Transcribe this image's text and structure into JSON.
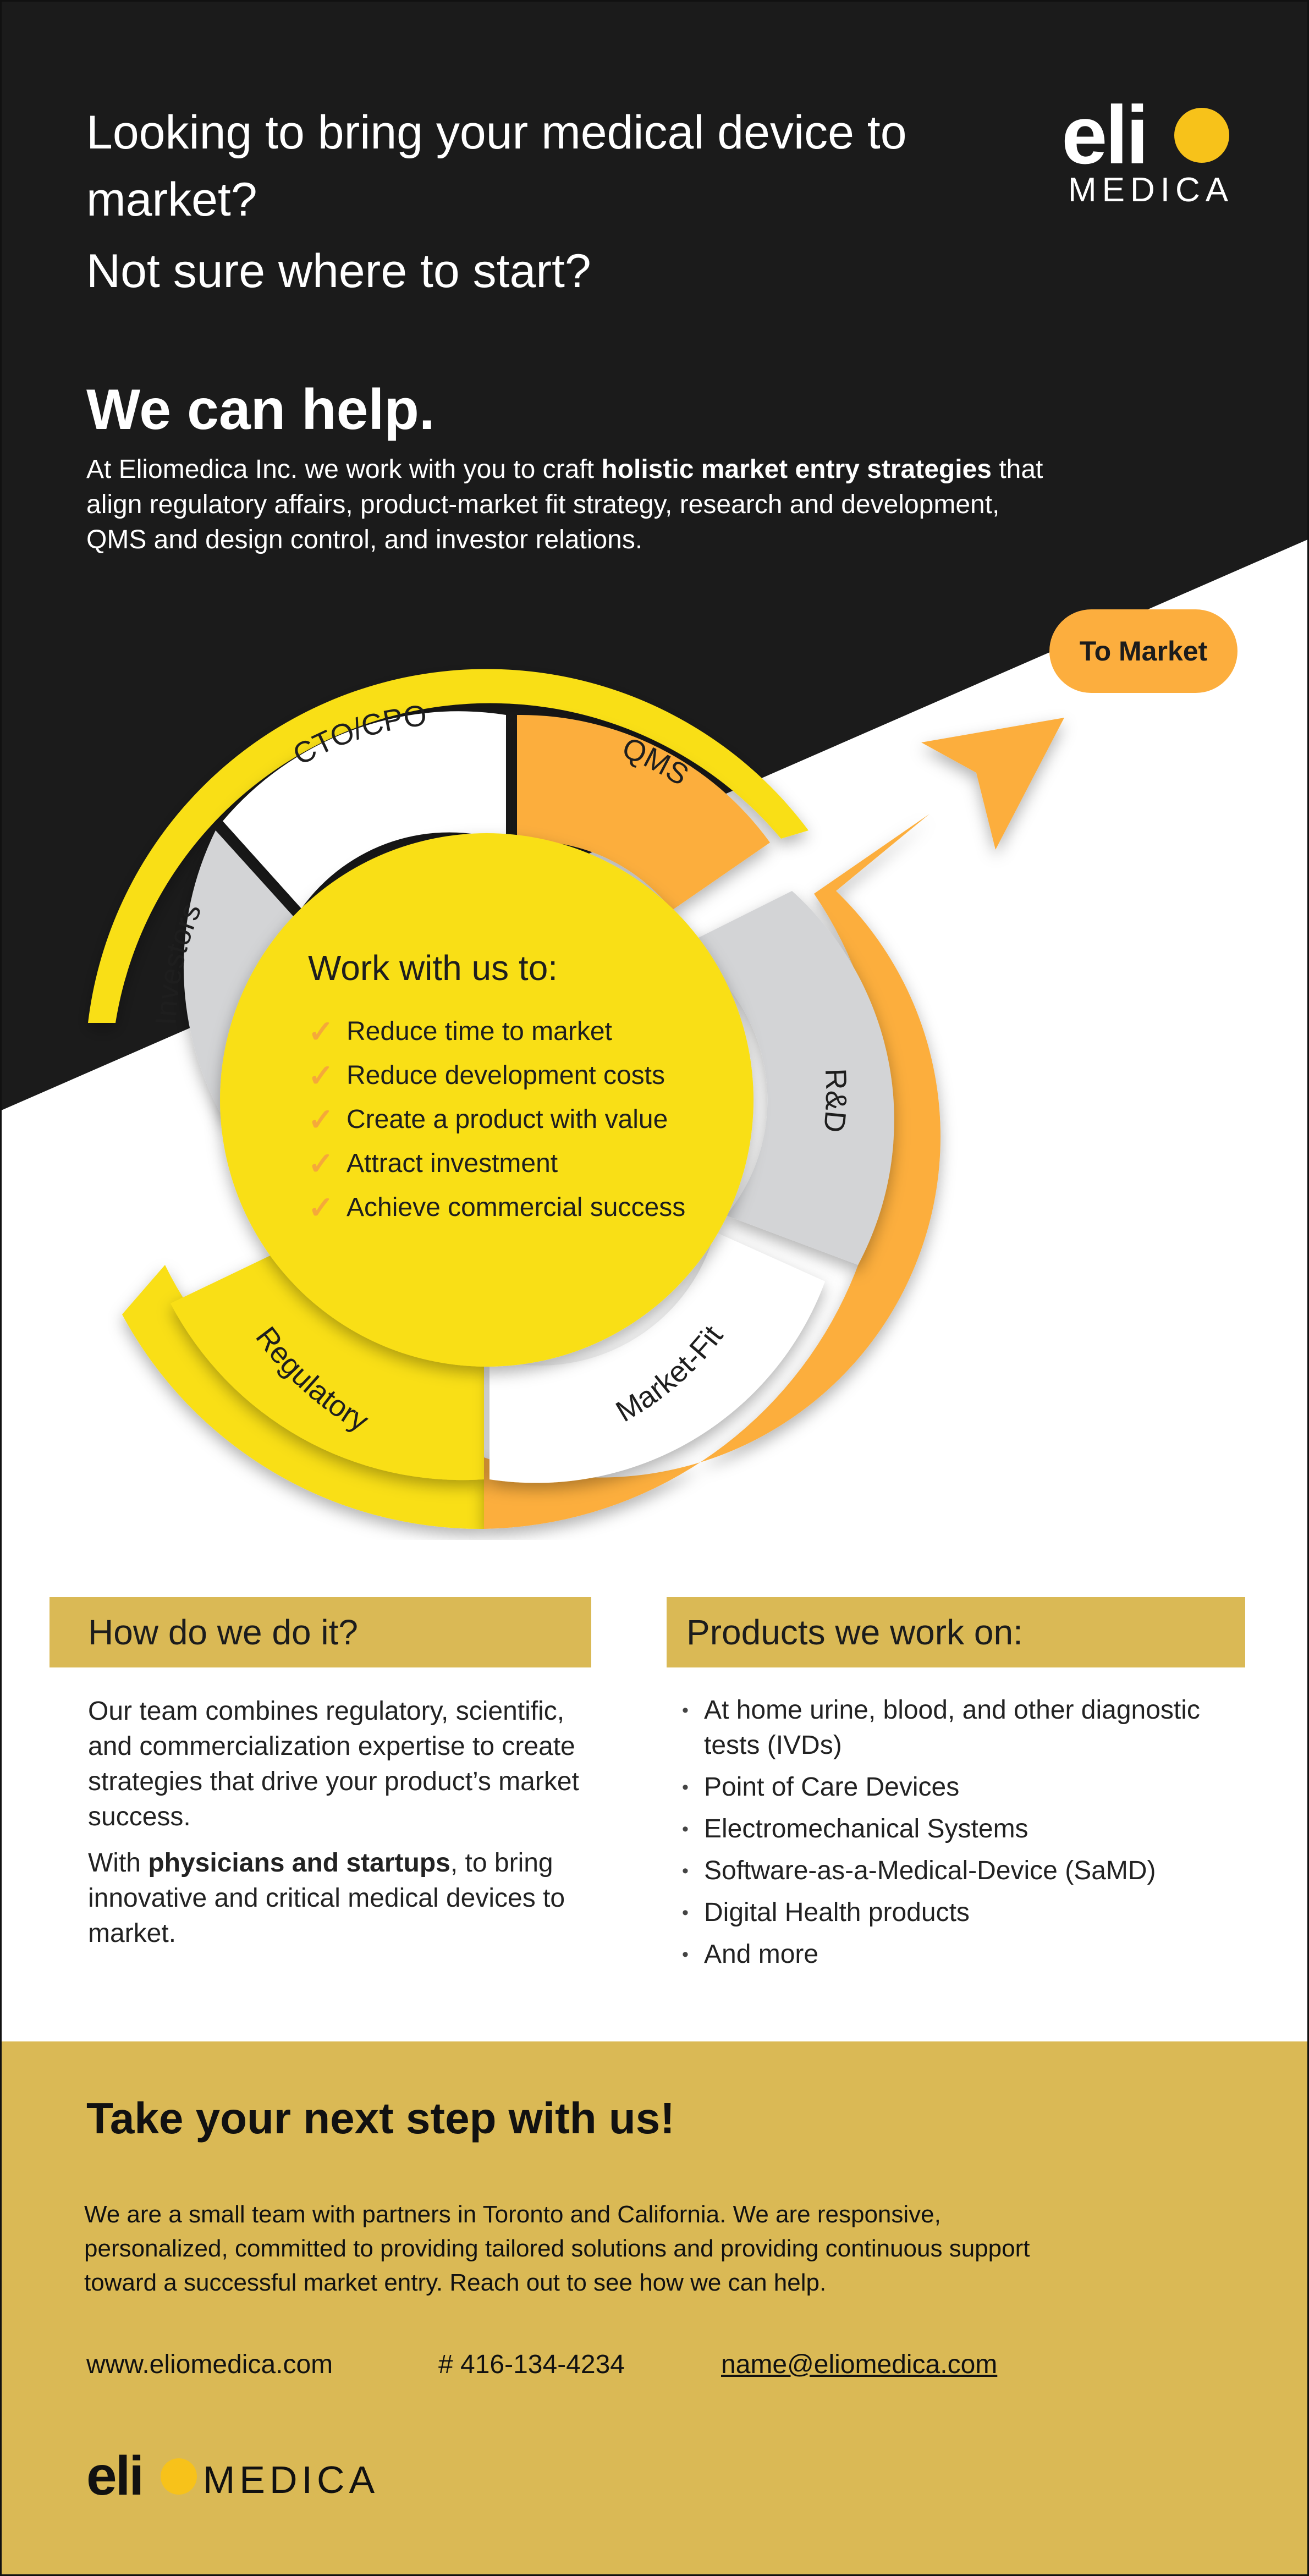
{
  "brand": {
    "logo_word": "eli",
    "logo_sub": "MEDICA",
    "colors": {
      "yellow": "#f9df17",
      "orange": "#fcae3e",
      "gold": "#dab955",
      "dark": "#1b1b1b",
      "gray": "#d3d4d6"
    }
  },
  "hero": {
    "headline": "Looking to bring your medical device to market?",
    "subhead": "Not sure where to start?",
    "help_title": "We can help.",
    "intro_prefix": "At Eliomedica Inc. we work with you to craft ",
    "intro_bold": "holistic market entry strategies",
    "intro_suffix": " that align regulatory affairs, product-market fit strategy, research and development, QMS and design control, and investor relations."
  },
  "wheel": {
    "segments": [
      "CTO/CPO",
      "QMS",
      "Investors",
      "R&D",
      "Regulatory",
      "Market-Fit"
    ],
    "to_market": "To Market",
    "center_title": "Work with us to:",
    "check_icon": "✓",
    "goals": [
      "Reduce time to market",
      "Reduce development costs",
      "Create a product with value",
      "Attract investment",
      "Achieve commercial success"
    ]
  },
  "how": {
    "title": "How do we do it?",
    "text1": "Our team combines regulatory, scientific, and commercialization expertise to create strategies that drive your product’s market success.",
    "text2_prefix": "With ",
    "text2_bold": "physicians and startups",
    "text2_suffix": ", to bring innovative and critical medical devices to market."
  },
  "products": {
    "title": "Products we work on:",
    "items": [
      "At home urine, blood, and other diagnostic tests (IVDs)",
      "Point of Care Devices",
      "Electromechanical Systems",
      "Software-as-a-Medical-Device (SaMD)",
      "Digital Health products",
      "And more"
    ]
  },
  "footer": {
    "title": "Take your next step with us!",
    "text": "We are a small team with partners in Toronto and California. We are responsive, personalized, committed to providing tailored solutions and providing continuous support toward a successful market entry. Reach out to see how we can help.",
    "website": "www.eliomedica.com",
    "phone": "# 416-134-4234",
    "email": "name@eliomedica.com"
  }
}
